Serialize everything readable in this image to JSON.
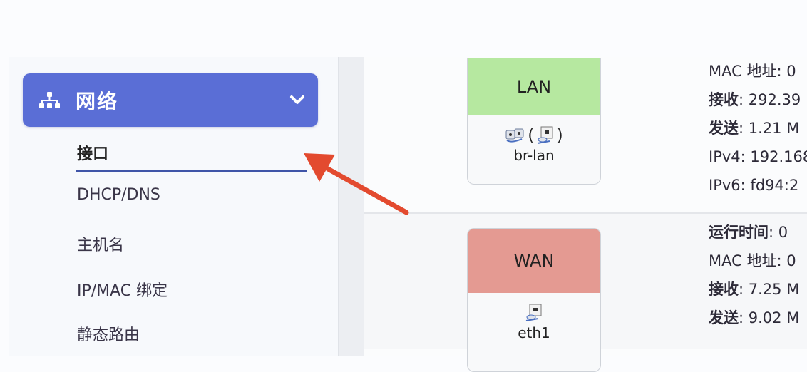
{
  "sidebar": {
    "group": {
      "label": "网络",
      "icon": "network-sitemap-icon",
      "expanded": true
    },
    "items": [
      {
        "label": "接口",
        "active": true
      },
      {
        "label": "DHCP/DNS"
      },
      {
        "label": "主机名"
      },
      {
        "label": "IP/MAC 绑定"
      },
      {
        "label": "静态路由"
      }
    ]
  },
  "interfaces": [
    {
      "name": "LAN",
      "header_color": "#b6e8a0",
      "device": "br-lan",
      "device_icons": "bridge-icon (ethernet-port-icon)",
      "info": [
        {
          "key": "MAC 地址",
          "value": "0"
        },
        {
          "key": "接收",
          "value": "292.39"
        },
        {
          "key": "发送",
          "value": "1.21 M"
        },
        {
          "key": "IPv4",
          "value": "192.168"
        },
        {
          "key": "IPv6",
          "value": "fd94:2"
        }
      ]
    },
    {
      "name": "WAN",
      "header_color": "#e49a92",
      "device": "eth1",
      "device_icons": "ethernet-port-icon",
      "info": [
        {
          "key": "运行时间",
          "value": "0"
        },
        {
          "key": "MAC 地址",
          "value": "0"
        },
        {
          "key": "接收",
          "value": "7.25 M"
        },
        {
          "key": "发送",
          "value": "9.02 M"
        }
      ]
    }
  ],
  "annotation": {
    "type": "arrow",
    "color": "#e34a2f",
    "points_to": "接口"
  }
}
